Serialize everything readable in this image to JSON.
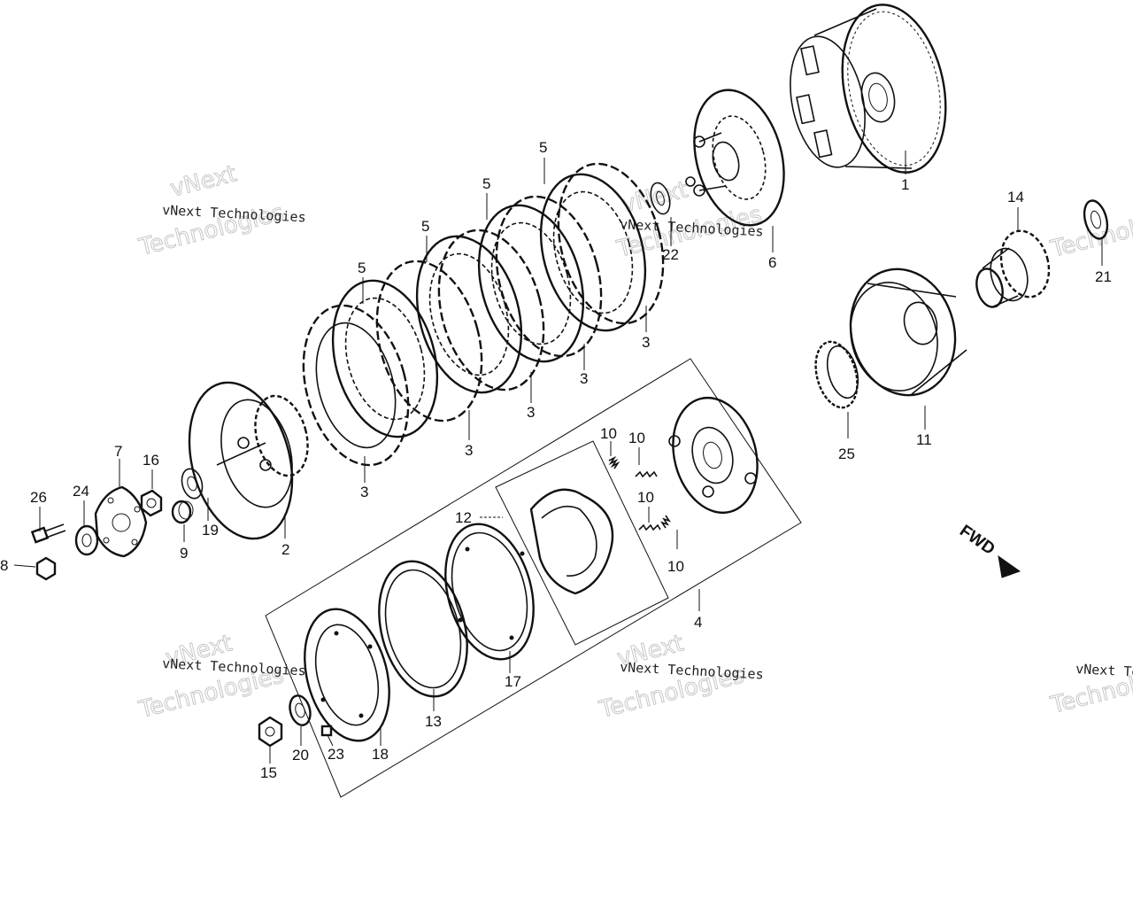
{
  "diagram": {
    "callouts": [
      {
        "id": "1",
        "text": "1"
      },
      {
        "id": "2",
        "text": "2"
      },
      {
        "id": "3a",
        "text": "3"
      },
      {
        "id": "3b",
        "text": "3"
      },
      {
        "id": "3c",
        "text": "3"
      },
      {
        "id": "3d",
        "text": "3"
      },
      {
        "id": "3e",
        "text": "3"
      },
      {
        "id": "4",
        "text": "4"
      },
      {
        "id": "5a",
        "text": "5"
      },
      {
        "id": "5b",
        "text": "5"
      },
      {
        "id": "5c",
        "text": "5"
      },
      {
        "id": "5d",
        "text": "5"
      },
      {
        "id": "6",
        "text": "6"
      },
      {
        "id": "7",
        "text": "7"
      },
      {
        "id": "8",
        "text": "8"
      },
      {
        "id": "9",
        "text": "9"
      },
      {
        "id": "10a",
        "text": "10"
      },
      {
        "id": "10b",
        "text": "10"
      },
      {
        "id": "10c",
        "text": "10"
      },
      {
        "id": "10d",
        "text": "10"
      },
      {
        "id": "11",
        "text": "11"
      },
      {
        "id": "12",
        "text": "12"
      },
      {
        "id": "13",
        "text": "13"
      },
      {
        "id": "14",
        "text": "14"
      },
      {
        "id": "15",
        "text": "15"
      },
      {
        "id": "16",
        "text": "16"
      },
      {
        "id": "17",
        "text": "17"
      },
      {
        "id": "18",
        "text": "18"
      },
      {
        "id": "19",
        "text": "19"
      },
      {
        "id": "20",
        "text": "20"
      },
      {
        "id": "21",
        "text": "21"
      },
      {
        "id": "22",
        "text": "22"
      },
      {
        "id": "23",
        "text": "23"
      },
      {
        "id": "24",
        "text": "24"
      },
      {
        "id": "25",
        "text": "25"
      },
      {
        "id": "26",
        "text": "26"
      }
    ],
    "direction_label": "FWD",
    "watermark": {
      "line1": "vNext Technologies",
      "big1": "vNext",
      "big2": "Technologies"
    }
  }
}
